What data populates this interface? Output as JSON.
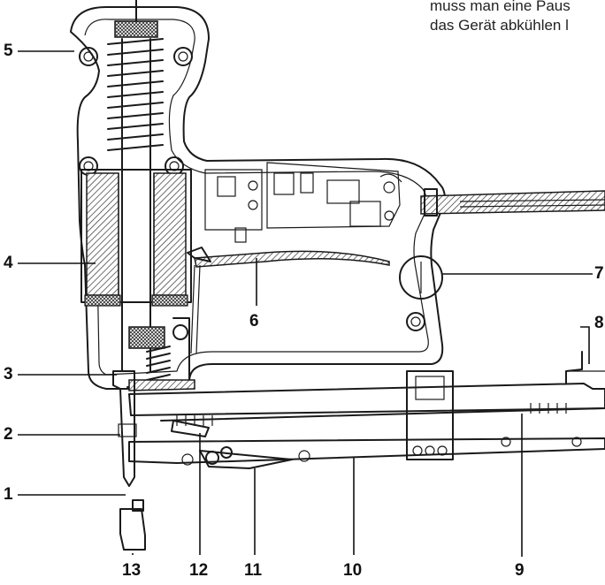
{
  "caption": {
    "line1": "muss man eine Paus",
    "line2": "das Gerät abkühlen l"
  },
  "labels": {
    "l1": "1",
    "l2": "2",
    "l3": "3",
    "l4": "4",
    "l5": "5",
    "l6": "6",
    "l7": "7",
    "l8": "8",
    "l9": "9",
    "l10": "10",
    "l11": "11",
    "l12": "12",
    "l13": "13"
  }
}
